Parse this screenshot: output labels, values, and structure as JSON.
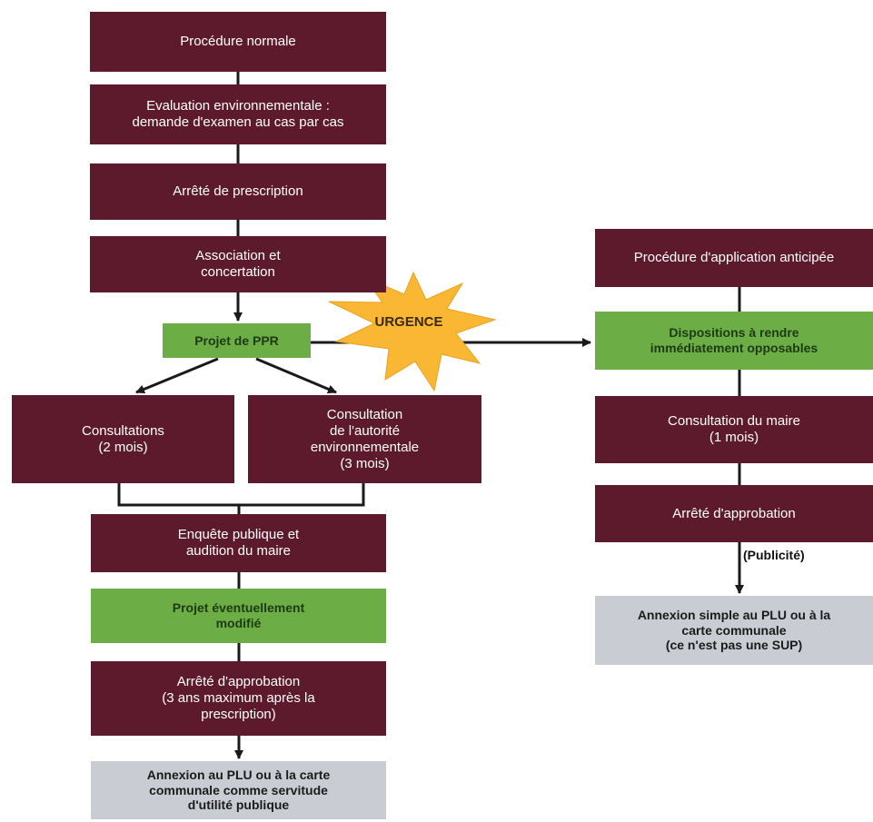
{
  "colors": {
    "step": "#5e1a2d",
    "project": "#6cae45",
    "outcome": "#c9ccd3",
    "urgence_star": "#f9b733",
    "arrow": "#1a1a1a"
  },
  "left_flow": {
    "procedure": "Procédure normale",
    "evaluation": [
      "Evaluation environnementale :",
      "demande d'examen au cas par cas"
    ],
    "prescription": "Arrêté de prescription",
    "association": [
      "Association et",
      "concertation"
    ],
    "projet_ppr": "Projet de PPR",
    "consultations": [
      "Consultations",
      "(2 mois)"
    ],
    "consultation_ae": [
      "Consultation",
      "de l'autorité",
      "environnementale",
      "(3 mois)"
    ],
    "enquete": [
      "Enquête publique et",
      "audition du maire"
    ],
    "projet_modifie": [
      "Projet éventuellement",
      "modifié"
    ],
    "approbation": [
      "Arrêté d'approbation",
      "(3 ans maximum après la",
      "prescription)"
    ],
    "annexion": [
      "Annexion au PLU ou à la carte",
      "communale comme servitude",
      "d'utilité publique"
    ]
  },
  "urgence": "URGENCE",
  "right_flow": {
    "procedure": "Procédure d'application anticipée",
    "dispositions": [
      "Dispositions à rendre",
      "immédiatement opposables"
    ],
    "consultation_maire": [
      "Consultation du maire",
      "(1 mois)"
    ],
    "approbation": "Arrêté d'approbation",
    "publicite": "(Publicité)",
    "annexion": [
      "Annexion simple au PLU ou à la",
      "carte communale",
      "(ce n'est pas une SUP)"
    ]
  }
}
